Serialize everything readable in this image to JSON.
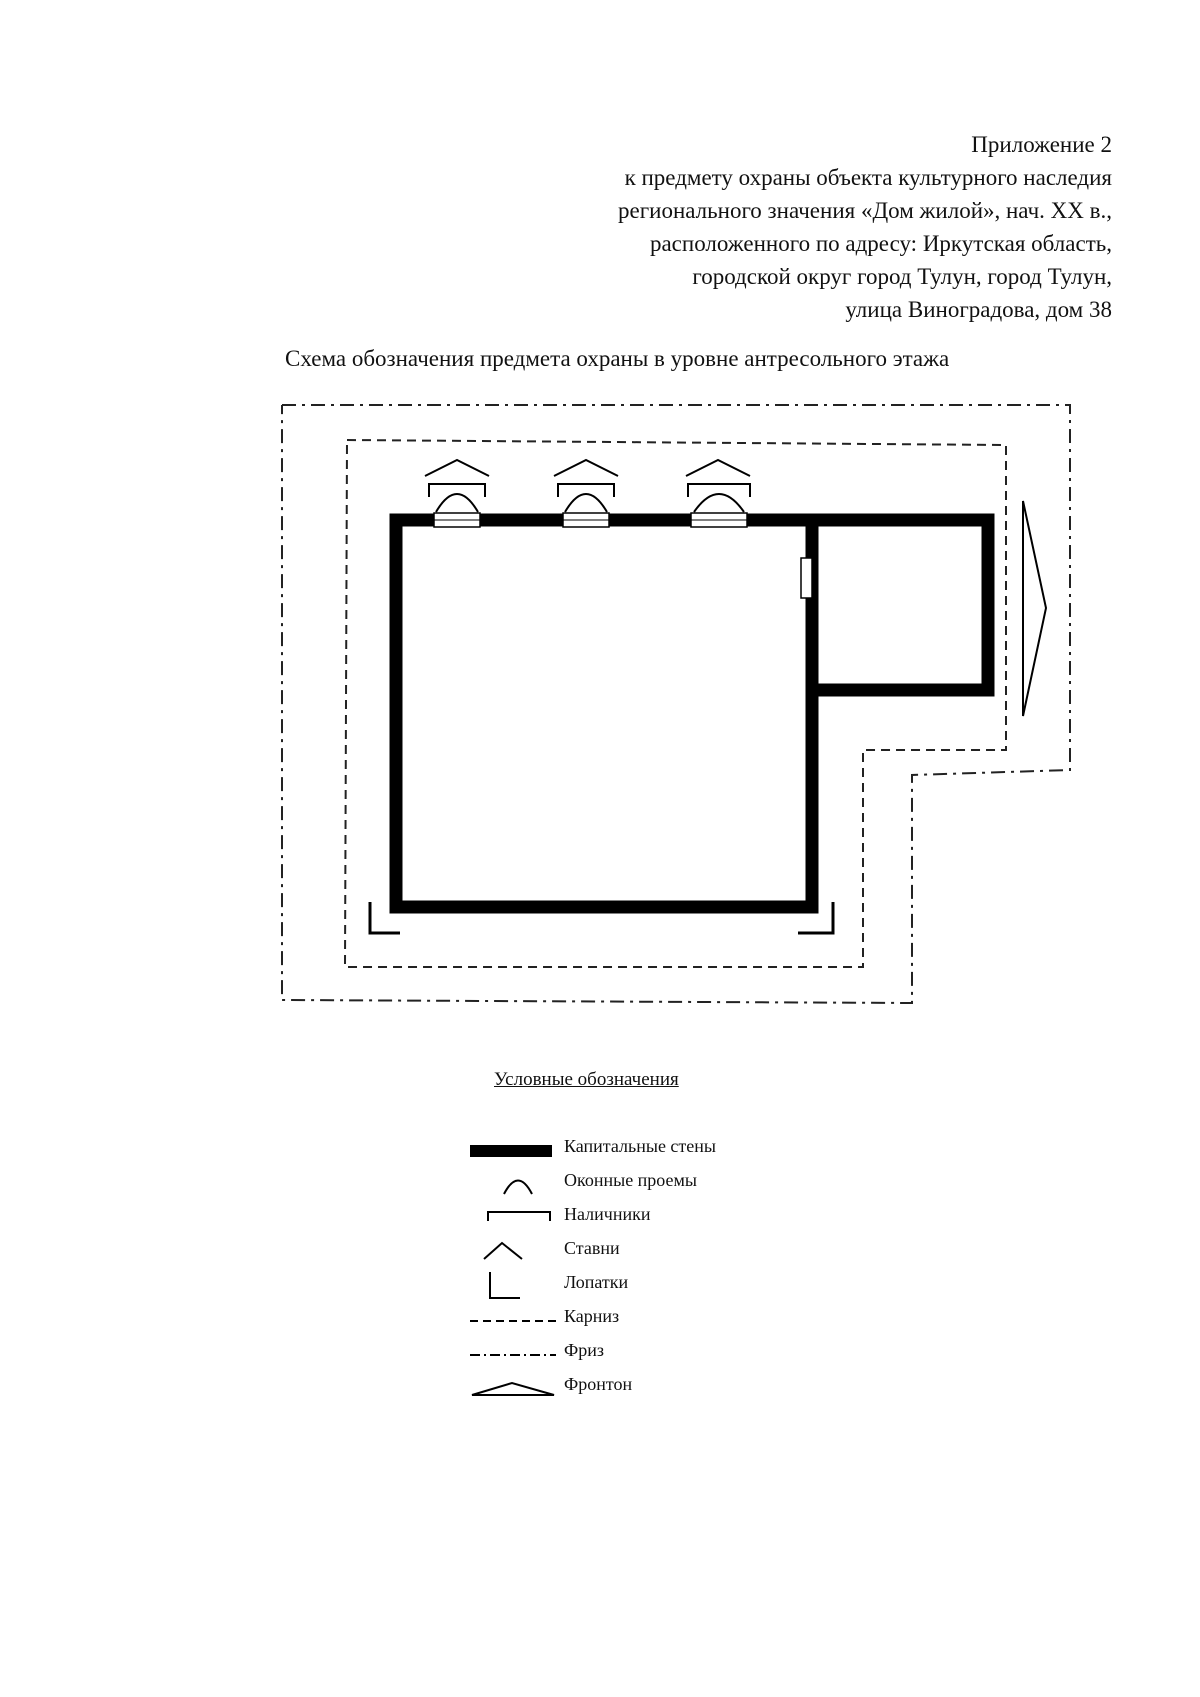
{
  "header": {
    "lines": [
      "Приложение 2",
      "к предмету охраны объекта культурного наследия",
      "регионального значения «Дом жилой», нач. XX в.,",
      "расположенного по адресу: Иркутская область,",
      "городской округ город Тулун, город Тулун,",
      "улица Виноградова, дом 38"
    ]
  },
  "scheme_title": "Схема обозначения предмета охраны в уровне антресольного этажа",
  "legend": {
    "title": "Условные обозначения",
    "items": [
      {
        "symbol": "thick-wall-line",
        "label": "Капитальные стены"
      },
      {
        "symbol": "arc",
        "label": "Оконные проемы"
      },
      {
        "symbol": "bracket",
        "label": "Наличники"
      },
      {
        "symbol": "chevron",
        "label": "Ставни"
      },
      {
        "symbol": "corner",
        "label": "Лопатки"
      },
      {
        "symbol": "dashed-line",
        "label": "Карниз"
      },
      {
        "symbol": "dash-dot-line",
        "label": "Фриз"
      },
      {
        "symbol": "pediment-triangle",
        "label": "Фронтон"
      }
    ]
  }
}
